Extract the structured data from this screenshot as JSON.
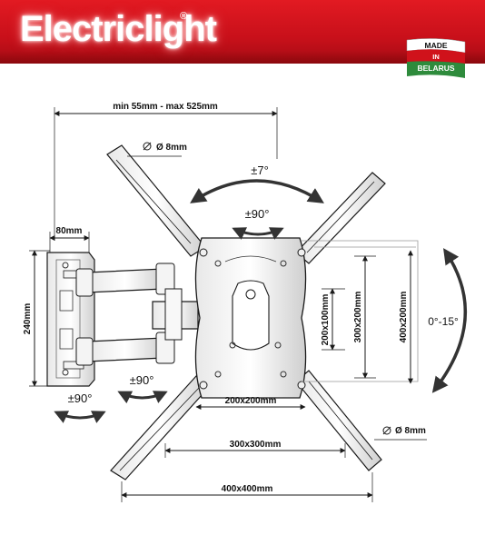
{
  "brand": {
    "name": "Electriclight",
    "registered": "®",
    "badge_line1": "MADE",
    "badge_line2": "IN",
    "badge_line3": "BELARUS"
  },
  "dimensions": {
    "arm_range": "min 55mm - max 525mm",
    "hole_top": "Ø 8mm",
    "hole_bottom": "Ø 8mm",
    "wall_plate_width": "80mm",
    "wall_plate_height": "240mm",
    "swivel_top": "±7°",
    "swivel_arm_top": "±90°",
    "swivel_arm_mid": "±90°",
    "swivel_arm_bottom": "±90°",
    "tilt": "0°-15°",
    "vesa_200x100": "200x100mm",
    "vesa_300x200": "300x200mm",
    "vesa_400x200": "400x200mm",
    "vesa_200x200": "200x200mm",
    "vesa_300x300": "300x300mm",
    "vesa_400x400": "400x400mm"
  },
  "colors": {
    "header_red": "#d0121b",
    "badge_green": "#2e8b3c",
    "badge_red": "#d0121b",
    "line": "#1a1a1a"
  }
}
